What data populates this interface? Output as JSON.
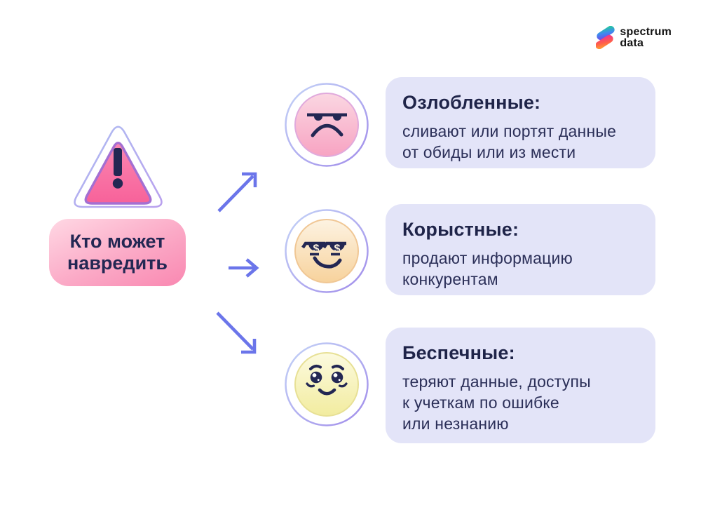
{
  "logo": {
    "name": "spectrum data",
    "line1": "spectrum",
    "line2": "data"
  },
  "source": {
    "line1": "Кто может",
    "line2": "навредить",
    "alert_symbol": "!"
  },
  "cards": [
    {
      "emoji": "angry-face",
      "title": "Озлобленные:",
      "lines": [
        "сливают или портят данные",
        "от обиды или из мести"
      ]
    },
    {
      "emoji": "money-eyes-face",
      "title": "Корыстные:",
      "lines": [
        "продают информацию",
        "конкурентам"
      ]
    },
    {
      "emoji": "carefree-face",
      "title": "Беспечные:",
      "lines": [
        "теряют данные, доступы",
        "к учеткам по ошибке",
        "или незнанию"
      ]
    }
  ],
  "faces": {
    "dollar": "$"
  },
  "colors": {
    "background": "#FFFFFF",
    "card_background": "#E3E4F8",
    "text_navy": "#232753",
    "arrow_periwinkle": "#6B75EA",
    "pink_box_light": "#FFD8E4",
    "pink_box_deep": "#F988B1",
    "triangle_pink": "#F8699E",
    "triangle_border_purple": "#A46FD2",
    "ring_blue": "#BFD0F6",
    "ring_purple": "#A591EC",
    "face_pink": "#F7A3C2",
    "face_peach": "#F7D29C",
    "face_yellow": "#F2EC9F"
  }
}
